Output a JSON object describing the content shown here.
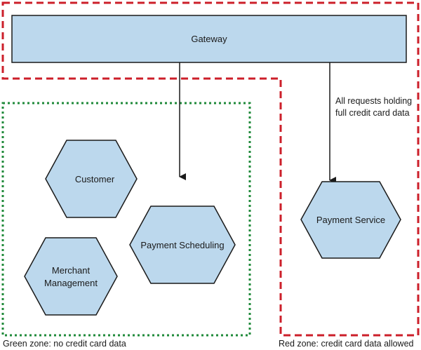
{
  "gateway": {
    "label": "Gateway"
  },
  "services": {
    "customer": "Customer",
    "payment_scheduling": "Payment Scheduling",
    "merchant_management": [
      "Merchant",
      "Management"
    ],
    "payment_service": "Payment Service"
  },
  "arrow_note": [
    "All requests holding",
    "full credit card data"
  ],
  "zones": {
    "green": "Green zone: no credit card data",
    "red": "Red zone: credit card data allowed"
  },
  "colors": {
    "node_fill": "#bcd8ed",
    "node_stroke": "#1a1a1a",
    "red_zone": "#cc1f2a",
    "green_zone": "#1f8a3a",
    "arrow": "#1a1a1a"
  }
}
